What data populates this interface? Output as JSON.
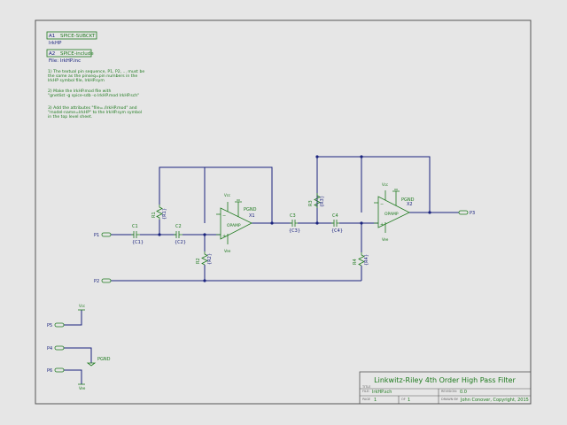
{
  "attributes": [
    {
      "refdes": "A1",
      "value": "SPICE-SUBCKT",
      "subtitle": "lrkHP"
    },
    {
      "refdes": "A2",
      "value": "SPICE-include",
      "subtitle": "File: lrkHP.inc"
    }
  ],
  "notes": [
    "1) The textual pin sequence, P1, P2, ... must be",
    "the same as the pinseq=pin numbers in the",
    "lrkHP symbol file, lrkHP.sym",
    "",
    "2) Make the lrkHP.mod file with",
    "\"gnetlist -g spice-sdb -o lrkHP.mod lrkHP.sch\"",
    "",
    "3) Add the attributes \"file=./lrkHP.mod\" and",
    "\"model-name=lrkHP\" to the lrkHP.sym symbol",
    "in the top level sheet."
  ],
  "components": {
    "C1": {
      "ref": "C1",
      "value": "{C1}"
    },
    "C2": {
      "ref": "C2",
      "value": "{C2}"
    },
    "C3": {
      "ref": "C3",
      "value": "{C3}"
    },
    "C4": {
      "ref": "C4",
      "value": "{C4}"
    },
    "R1": {
      "ref": "R1",
      "value": "{R1}"
    },
    "R2": {
      "ref": "R2",
      "value": "{R2}"
    },
    "R3": {
      "ref": "R3",
      "value": "{R3}"
    },
    "R4": {
      "ref": "R4",
      "value": "{R4}"
    },
    "X1": {
      "ref": "X1",
      "model": "OPAMP",
      "pgnd": "PGND",
      "vcc": "Vcc",
      "vee": "Vee"
    },
    "X2": {
      "ref": "X2",
      "model": "OPAMP",
      "pgnd": "PGND",
      "vcc": "Vcc",
      "vee": "Vee"
    }
  },
  "ports": {
    "P1": "P1",
    "P2": "P2",
    "P3": "P3",
    "P4": "P4",
    "P5": "P5",
    "P6": "P6",
    "pgnd": "PGND",
    "vcc": "Vcc",
    "vee": "Vee"
  },
  "title_block": {
    "title": "Linkwitz-Riley 4th Order High Pass Filter",
    "title_label": "TITLE",
    "file_label": "FILE:",
    "file": "lrkHP.sch",
    "page_label": "PAGE",
    "page": "1",
    "of_label": "OF",
    "of": "1",
    "revision_label": "REVISION:",
    "revision": "0.0",
    "drawn_label": "DRAWN BY:",
    "drawn_by": "John Conover, Copyright, 2015"
  }
}
